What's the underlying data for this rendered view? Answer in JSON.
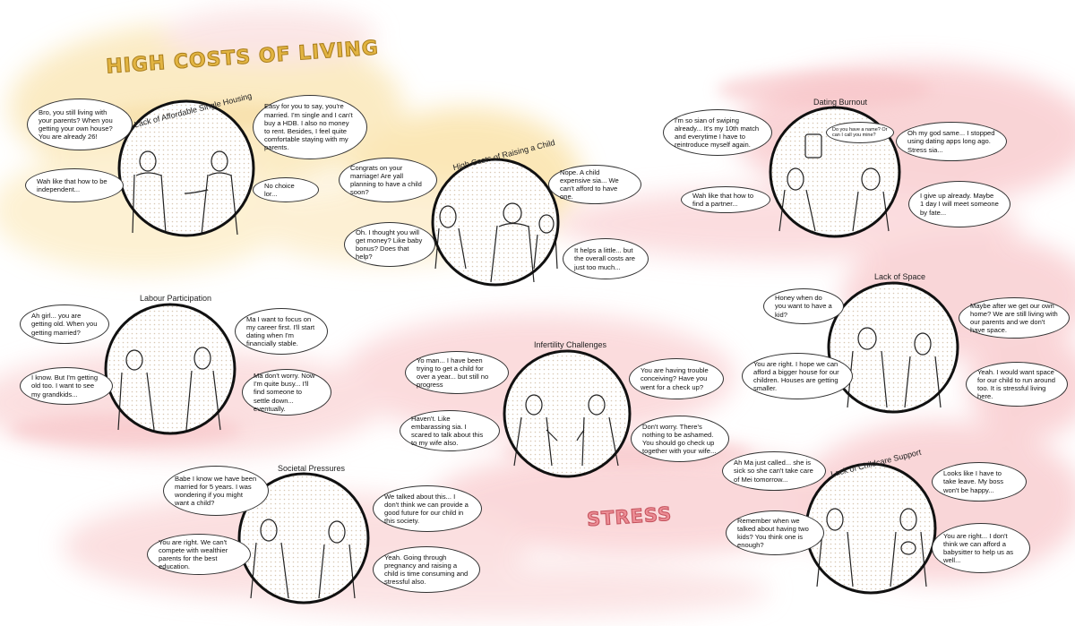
{
  "sections": {
    "high_costs": "HIGH COSTS OF LIVING",
    "stress": "STRESS"
  },
  "colors": {
    "cost_accent": "#d9aa3a",
    "cost_wash": "#fbe7b6",
    "stress_accent": "#e0707a",
    "stress_wash": "#f8c9cc",
    "outline": "#111111",
    "dot": "#d8c7b3"
  },
  "scenes": [
    {
      "title": "Lack of Affordable Single Housing",
      "bubbles": [
        "Bro, you still living with your parents? When you getting your own house? You are already 26!",
        "Wah like that how to be independent...",
        "Easy for you to say, you're married. I'm single and I can't buy a HDB. I also no money to rent. Besides, I feel quite comfortable staying with my parents.",
        "No choice lor..."
      ]
    },
    {
      "title": "High Costs of Raising a Child",
      "bubbles": [
        "Congrats on your marriage! Are yall planning to have a child soon?",
        "Oh. I thought you will get money? Like baby bonus? Does that help?",
        "Nope. A child expensive sia... We can't afford to have one.",
        "It helps a little... but the overall costs are just too much..."
      ]
    },
    {
      "title": "Dating Burnout",
      "thought": "Do you have a name? Or can I call you mine?",
      "bubbles": [
        "I'm so sian of swiping already... It's my 10th match and everytime I have to reintroduce myself again.",
        "Wah like that how to find a partner...",
        "Oh my god same... I stopped using dating apps long ago. Stress sia...",
        "I give up already. Maybe 1 day I will meet someone by fate..."
      ]
    },
    {
      "title": "Labour Participation",
      "bubbles": [
        "Ah girl... you are getting old. When you getting married?",
        "I know. But I'm getting old too. I want to see my grandkids...",
        "Ma I want to focus on my career first. I'll start dating when I'm financially stable.",
        "Ma don't worry. Now I'm quite busy... I'll find someone to settle down... eventually."
      ]
    },
    {
      "title": "Infertility Challenges",
      "bubbles": [
        "Yo man... I have been trying to get a child for over a year... but still no progress",
        "Haven't. Like embarassing sia. I scared to talk about this to my wife also.",
        "You are having trouble conceiving? Have you went for a check up?",
        "Don't worry. There's nothing to be ashamed. You should go check up together with your wife..."
      ]
    },
    {
      "title": "Lack of Space",
      "bubbles": [
        "Honey when do you want to have a kid?",
        "You are right. I hope we can afford a bigger house for our children. Houses are getting smaller.",
        "Maybe after we get our own home? We are still living with our parents and we don't have space.",
        "Yeah. I would want space for our child to run around too. It is stressful living here."
      ]
    },
    {
      "title": "Societal Pressures",
      "bubbles": [
        "Babe I know we have been married for 5 years. I was wondering if you might want a child?",
        "You are right. We can't compete with wealthier parents for the best education.",
        "We talked about this... I don't think we can provide a good future for our child in this society.",
        "Yeah. Going through pregnancy and raising a child is time consuming and stressful also."
      ]
    },
    {
      "title": "Lack of Childcare Support",
      "bubbles": [
        "Ah Ma just called... she is sick so she can't take care of Mei tomorrow...",
        "Remember when we talked about having two kids? You think one is enough?",
        "Looks like I have to take leave. My boss won't be happy...",
        "You are right... I don't think we can afford a babysitter to help us as well..."
      ]
    }
  ]
}
